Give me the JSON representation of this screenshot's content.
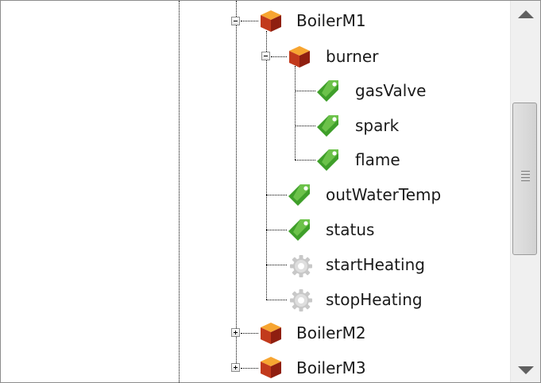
{
  "tree": {
    "nodes": [
      {
        "label": "BoilerM1",
        "type": "object",
        "expander": "minus"
      },
      {
        "label": "burner",
        "type": "object",
        "expander": "minus"
      },
      {
        "label": "gasValve",
        "type": "variable"
      },
      {
        "label": "spark",
        "type": "variable"
      },
      {
        "label": "flame",
        "type": "variable"
      },
      {
        "label": "outWaterTemp",
        "type": "variable"
      },
      {
        "label": "status",
        "type": "variable"
      },
      {
        "label": "startHeating",
        "type": "method"
      },
      {
        "label": "stopHeating",
        "type": "method"
      },
      {
        "label": "BoilerM2",
        "type": "object",
        "expander": "plus"
      },
      {
        "label": "BoilerM3",
        "type": "object",
        "expander": "plus"
      }
    ]
  },
  "icons": {
    "object": "cube-icon",
    "variable": "tag-icon",
    "method": "gear-icon"
  },
  "colors": {
    "cube_top": "#f7a531",
    "cube_front": "#c23a1c",
    "cube_side": "#8f1f10",
    "tag_green": "#3f9f2a",
    "gear_grey": "#c8c8c8",
    "scroll_track": "#f0f0f0",
    "scroll_arrow": "#606060"
  }
}
